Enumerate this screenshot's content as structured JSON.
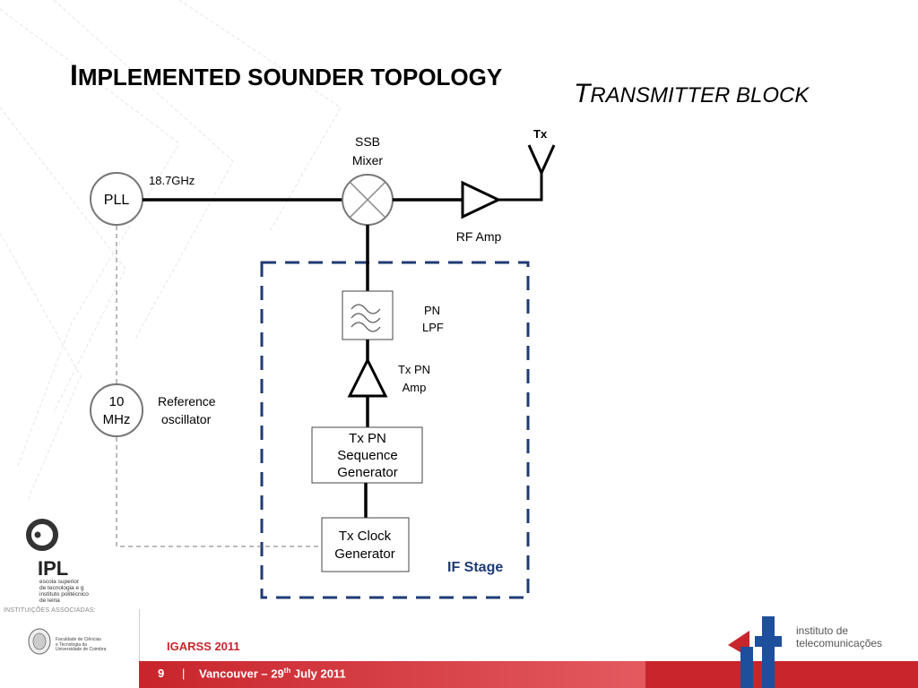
{
  "slide": {
    "title_first": "I",
    "title_rest": "MPLEMENTED SOUNDER TOPOLOGY",
    "subtitle_first": "T",
    "subtitle_rest": "RANSMITTER BLOCK"
  },
  "diagram": {
    "pll": "PLL",
    "freq": "18.7GHz",
    "mixer_line1": "SSB",
    "mixer_line2": "Mixer",
    "rf_amp": "RF Amp",
    "antenna": "Tx",
    "lpf_line1": "PN",
    "lpf_line2": "LPF",
    "txpn_amp_line1": "Tx PN",
    "txpn_amp_line2": "Amp",
    "seqgen_line1": "Tx PN",
    "seqgen_line2": "Sequence",
    "seqgen_line3": "Generator",
    "clock_line1": "Tx Clock",
    "clock_line2": "Generator",
    "osc_line1": "10",
    "osc_line2": "MHz",
    "ref_line1": "Reference",
    "ref_line2": "oscillator",
    "if_stage": "IF Stage"
  },
  "logos": {
    "ipl_name": "IPL",
    "ipl_line1": "escola superior",
    "ipl_line2": "de tecnologia e g",
    "ipl_line3": "instituto politécnico",
    "ipl_line4": "de leiria",
    "assoc_label": "INSTITUIÇÕES ASSOCIADAS:",
    "fctuc_line1": "Faculdade de Ciências",
    "fctuc_line2": "e Tecnologia da",
    "fctuc_line3": "Universidade de Coimbra",
    "it_line1": "instituto de",
    "it_line2": "telecomunicações"
  },
  "footer": {
    "conference": "IGARSS 2011",
    "page": "9",
    "separator": "|",
    "place_prefix": "Vancouver – 29",
    "place_sup": "th",
    "place_suffix": " July 2011"
  },
  "colors": {
    "if_stage_border": "#1f3b73",
    "footer_red": "#c8252c",
    "it_blue": "#1d4f9c"
  }
}
